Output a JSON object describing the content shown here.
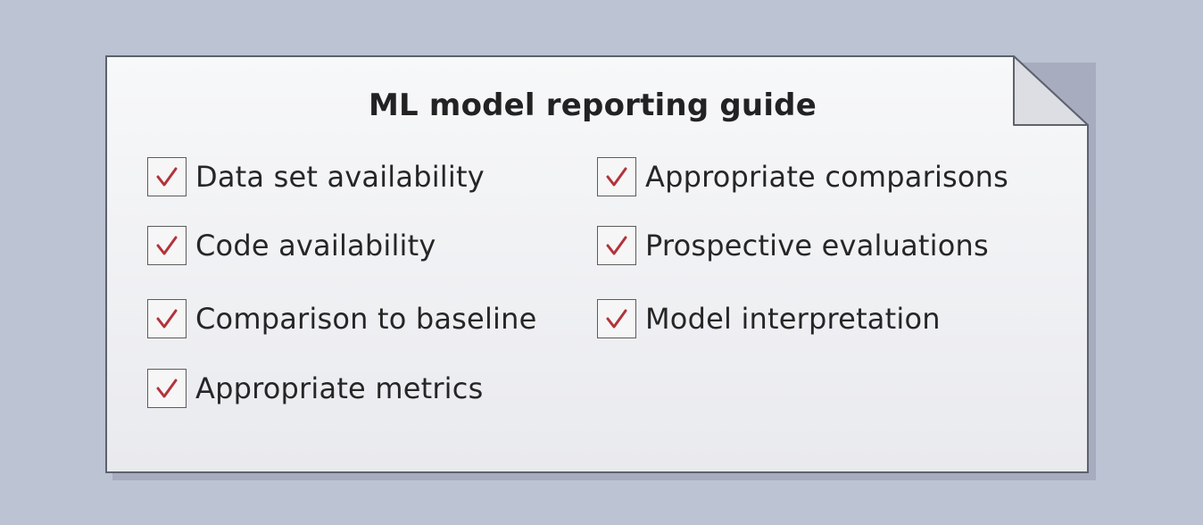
{
  "title": "ML model reporting guide",
  "checklist": {
    "left": [
      {
        "label": "Data set availability",
        "checked": true
      },
      {
        "label": "Code availability",
        "checked": true
      },
      {
        "label": "Comparison to baseline",
        "checked": true
      },
      {
        "label": "Appropriate metrics",
        "checked": true
      }
    ],
    "right": [
      {
        "label": "Appropriate comparisons",
        "checked": true
      },
      {
        "label": "Prospective evaluations",
        "checked": true
      },
      {
        "label": "Model interpretation",
        "checked": true
      }
    ]
  },
  "colors": {
    "background": "#bcc3d3",
    "paper": "#f2f3f5",
    "check": "#b3333b",
    "text": "#262626"
  },
  "icons": [
    "check-icon",
    "folded-corner"
  ]
}
